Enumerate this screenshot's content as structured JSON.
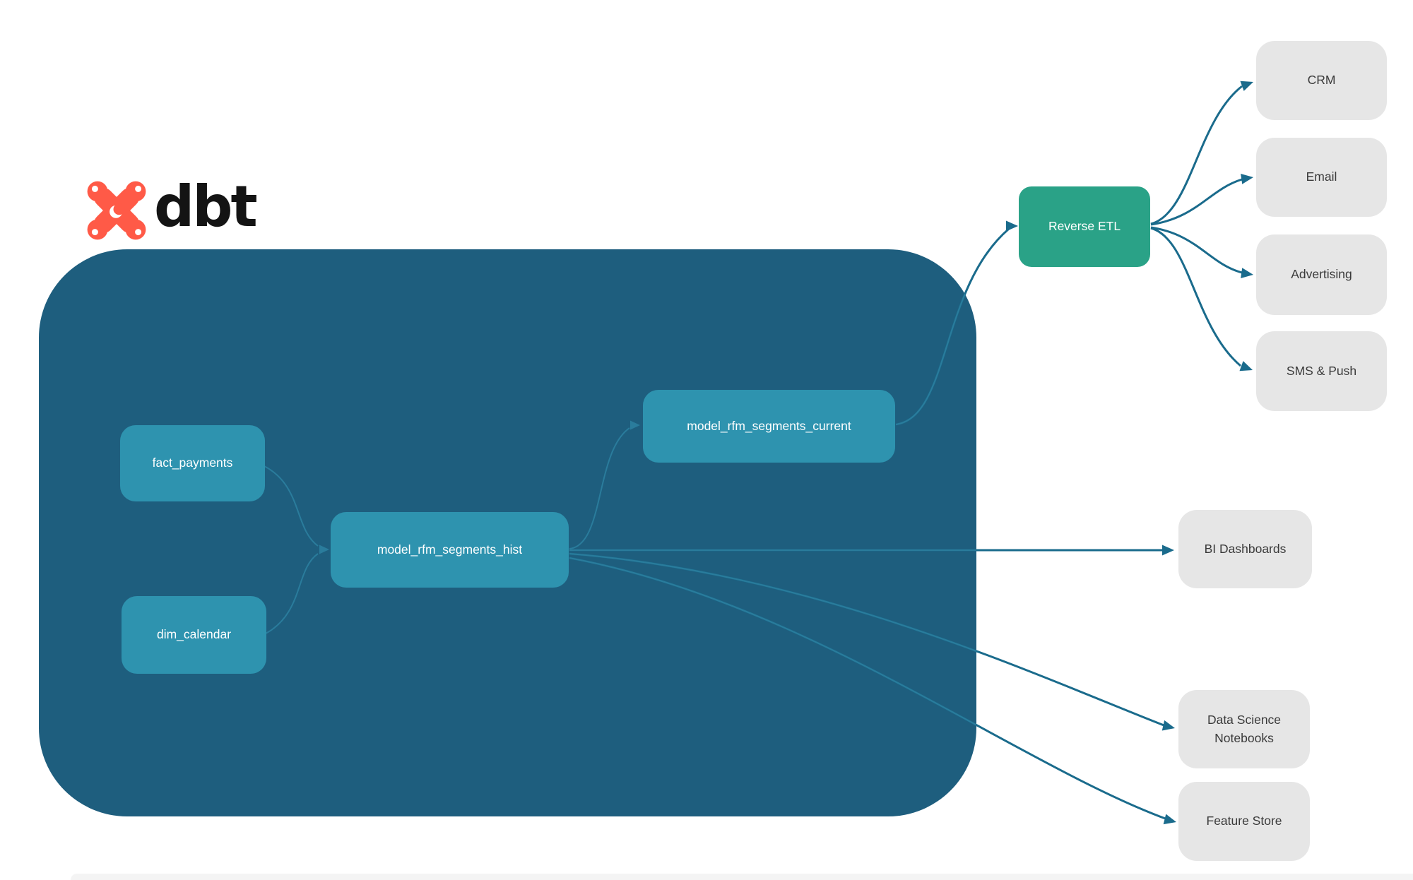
{
  "brand": {
    "name": "dbt"
  },
  "colors": {
    "background": "#FFFFFF",
    "warehouse_container": "#1E5E7E",
    "model_node": "#2E93AF",
    "reverse_etl_node": "#2AA287",
    "destination_node": "#E6E6E6",
    "destination_text": "#3A3A3A",
    "edge_outside": "#1A6B8C",
    "edge_inside": "#2A7C9C",
    "logo_orange": "#FF5A47",
    "wordmark": "#141414"
  },
  "nodes": {
    "fact_payments": {
      "label": "fact_payments"
    },
    "dim_calendar": {
      "label": "dim_calendar"
    },
    "model_rfm_segments_hist": {
      "label": "model_rfm_segments_hist"
    },
    "model_rfm_segments_current": {
      "label": "model_rfm_segments_current"
    },
    "reverse_etl": {
      "label": "Reverse ETL"
    },
    "crm": {
      "label": "CRM"
    },
    "email": {
      "label": "Email"
    },
    "advertising": {
      "label": "Advertising"
    },
    "sms_push": {
      "label": "SMS & Push"
    },
    "bi_dashboards": {
      "label": "BI Dashboards"
    },
    "data_science_notebooks": {
      "label": "Data Science Notebooks"
    },
    "feature_store": {
      "label": "Feature Store"
    }
  },
  "edges": [
    {
      "from": "fact_payments",
      "to": "model_rfm_segments_hist"
    },
    {
      "from": "dim_calendar",
      "to": "model_rfm_segments_hist"
    },
    {
      "from": "model_rfm_segments_hist",
      "to": "model_rfm_segments_current"
    },
    {
      "from": "model_rfm_segments_current",
      "to": "reverse_etl"
    },
    {
      "from": "reverse_etl",
      "to": "crm"
    },
    {
      "from": "reverse_etl",
      "to": "email"
    },
    {
      "from": "reverse_etl",
      "to": "advertising"
    },
    {
      "from": "reverse_etl",
      "to": "sms_push"
    },
    {
      "from": "model_rfm_segments_hist",
      "to": "bi_dashboards"
    },
    {
      "from": "model_rfm_segments_hist",
      "to": "data_science_notebooks"
    },
    {
      "from": "model_rfm_segments_hist",
      "to": "feature_store"
    }
  ]
}
